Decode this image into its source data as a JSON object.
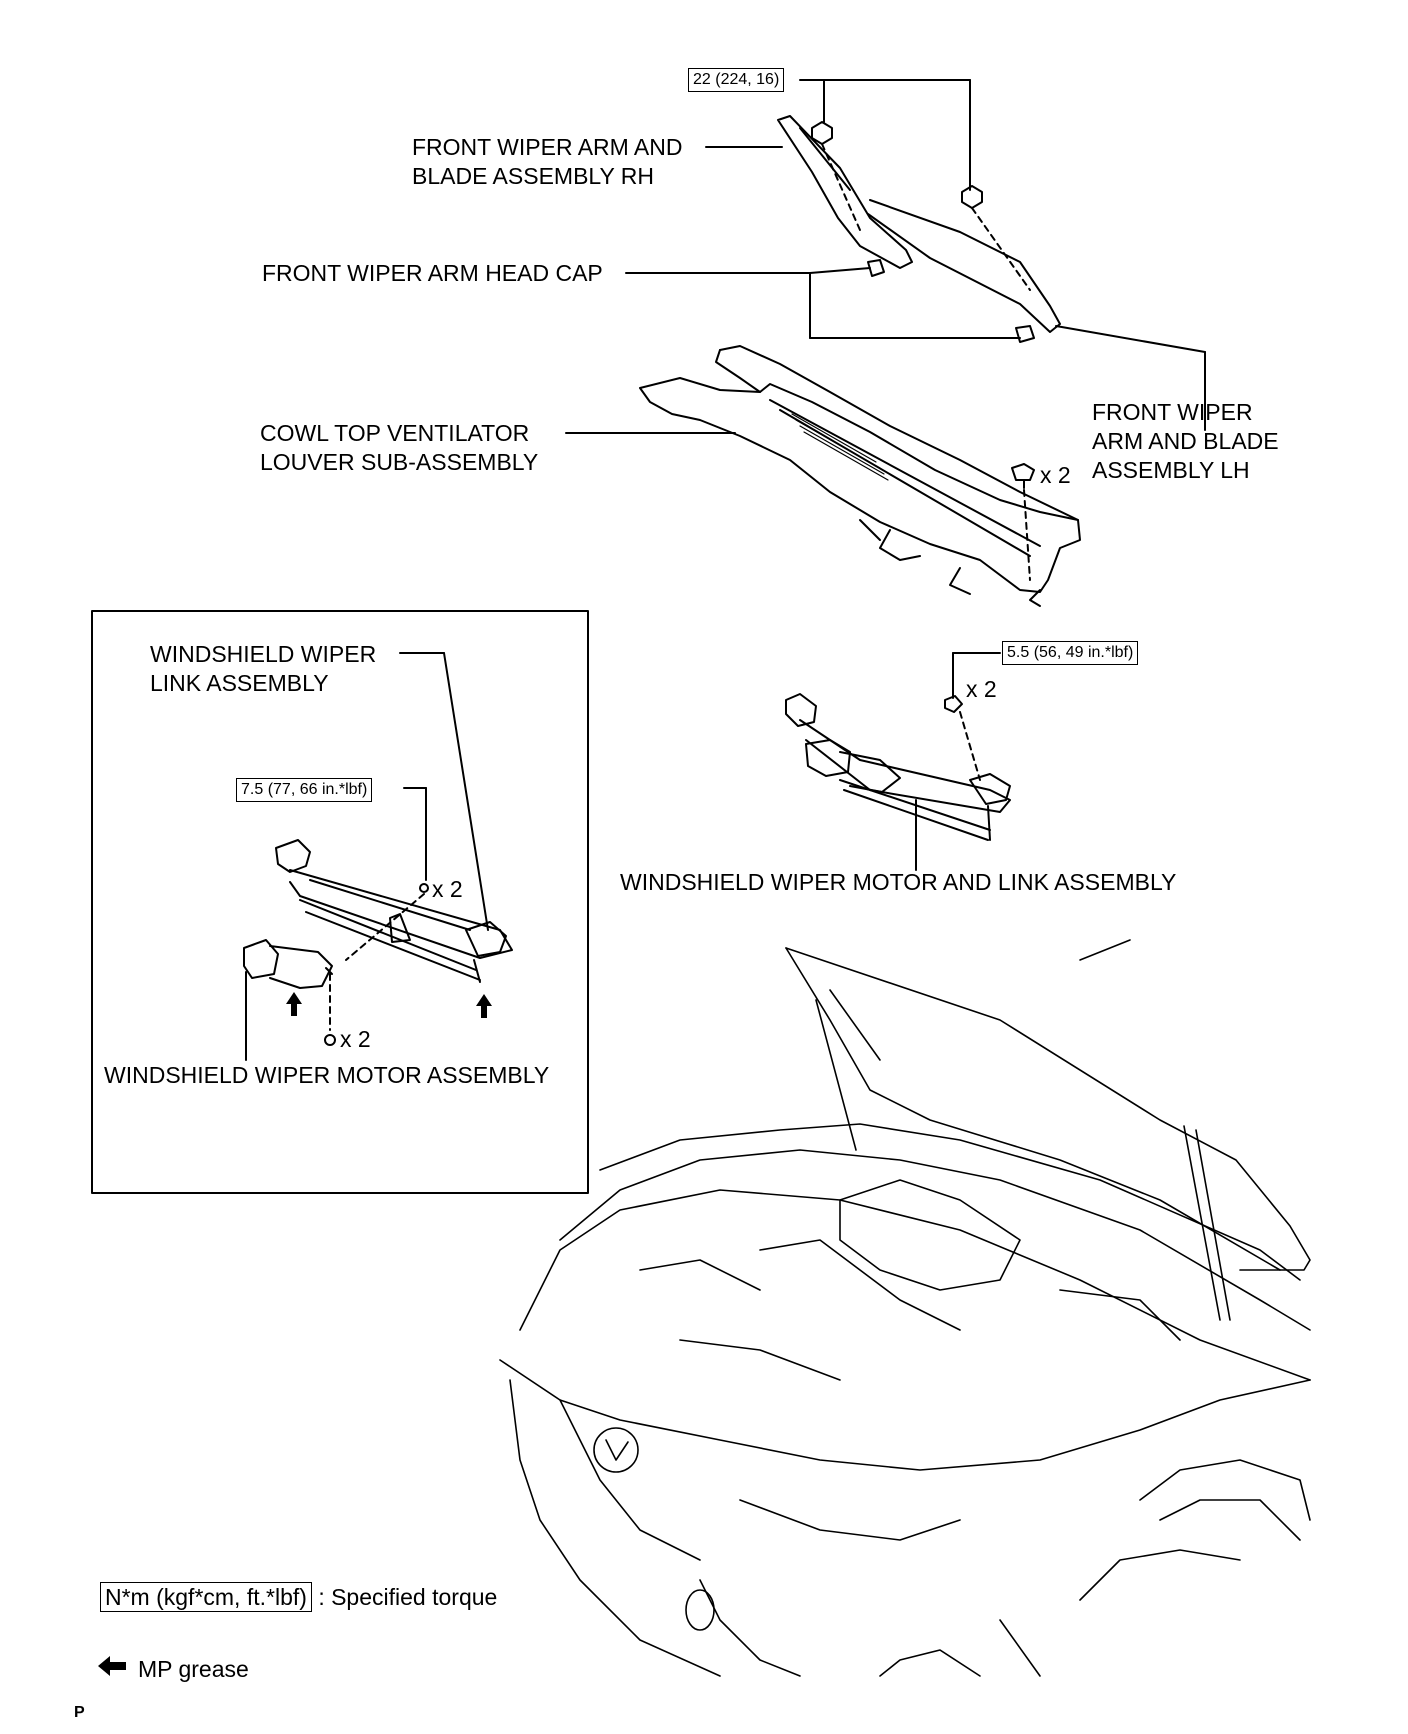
{
  "labels": {
    "arm_rh": [
      "FRONT WIPER ARM AND",
      "BLADE ASSEMBLY RH"
    ],
    "head_cap": "FRONT WIPER ARM HEAD CAP",
    "cowl": [
      "COWL TOP VENTILATOR",
      "LOUVER SUB-ASSEMBLY"
    ],
    "arm_lh": [
      "FRONT WIPER",
      "ARM AND BLADE",
      "ASSEMBLY LH"
    ],
    "link_assy": [
      "WINDSHIELD WIPER",
      "LINK ASSEMBLY"
    ],
    "motor_assy": "WINDSHIELD WIPER MOTOR ASSEMBLY",
    "motor_link_assy": "WINDSHIELD WIPER MOTOR AND LINK ASSEMBLY"
  },
  "torques": {
    "arm_nut": "22 (224, 16)",
    "motor_link_bolt": "5.5 (56, 49 in.*lbf)",
    "link_bolt": "7.5 (77, 66 in.*lbf)"
  },
  "quantities": {
    "cowl_clip": "x 2",
    "motor_link_bolt": "x 2",
    "link_bolt": "x 2",
    "motor_nut": "x 2"
  },
  "legend": {
    "torque_box": "N*m (kgf*cm, ft.*lbf)",
    "torque_text": ": Specified torque",
    "grease_text": "MP grease"
  },
  "page_letter": "P"
}
